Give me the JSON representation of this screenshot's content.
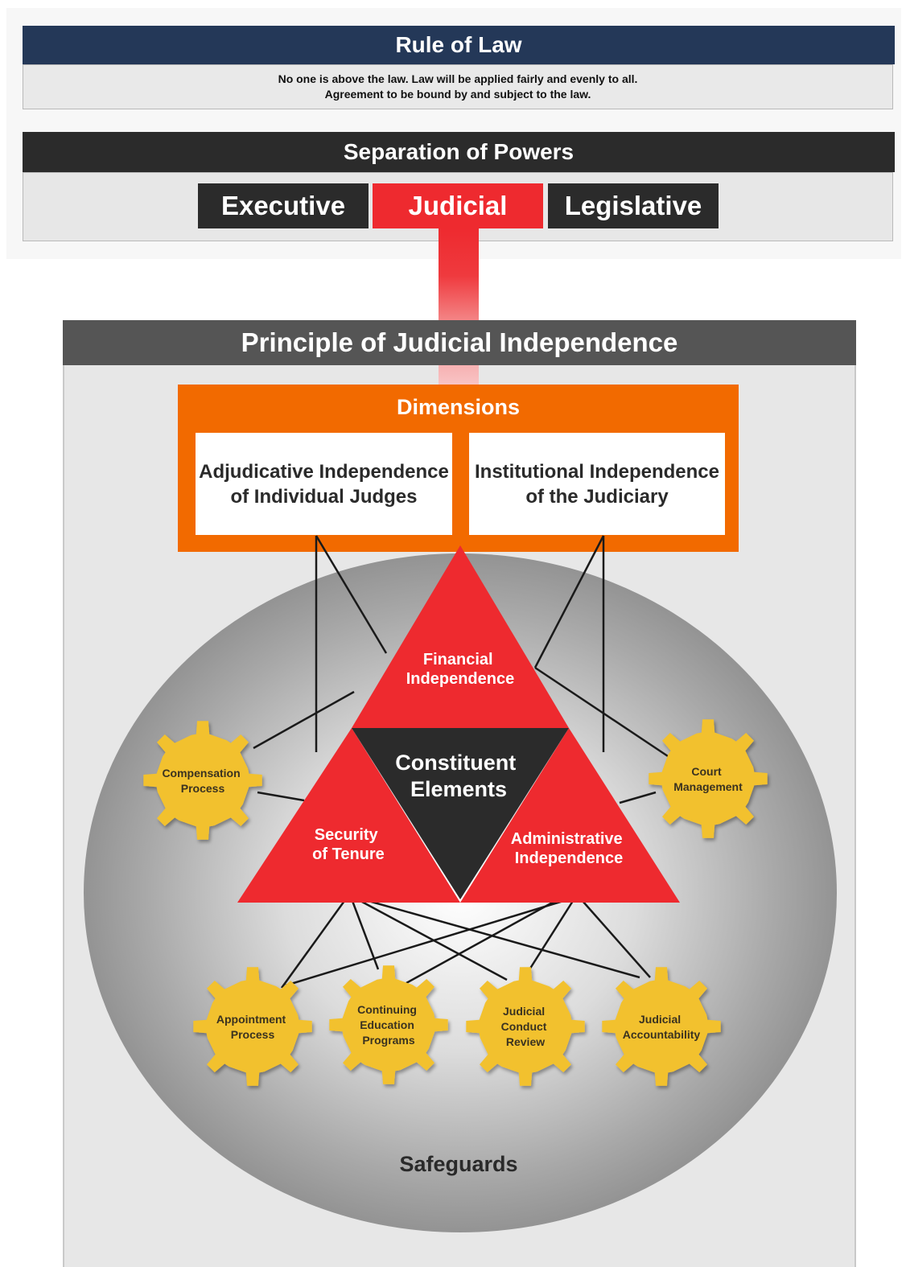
{
  "rule_of_law": {
    "title": "Rule of Law",
    "line1": "No one is above the law. Law will be applied fairly and evenly to all.",
    "line2": "Agreement to be bound by and subject  to the law."
  },
  "separation_of_powers": {
    "title": "Separation of Powers",
    "branches": [
      "Executive",
      "Judicial",
      "Legislative"
    ]
  },
  "principle": {
    "title": "Principle of Judicial Independence"
  },
  "dimensions": {
    "title": "Dimensions",
    "items": [
      {
        "line1": "Adjudicative Independence",
        "line2": "of Individual Judges"
      },
      {
        "line1": "Institutional Independence",
        "line2": "of the Judiciary"
      }
    ]
  },
  "constituent_elements": {
    "center": {
      "line1": "Constituent",
      "line2": "Elements"
    },
    "financial": {
      "line1": "Financial",
      "line2": "Independence"
    },
    "security": {
      "line1": "Security",
      "line2": "of Tenure"
    },
    "administrative": {
      "line1": "Administrative",
      "line2": "Independence"
    }
  },
  "safeguards": {
    "label": "Safeguards",
    "compensation": [
      "Compensation",
      "Process"
    ],
    "court_management": [
      "Court",
      "Management"
    ],
    "appointment": [
      "Appointment",
      "Process"
    ],
    "continuing_education": [
      "Continuing",
      "Education",
      "Programs"
    ],
    "conduct_review": [
      "Judicial",
      "Conduct",
      "Review"
    ],
    "accountability": [
      "Judicial",
      "Accountability"
    ]
  },
  "colors": {
    "navy": "#243858",
    "dark": "#2b2b2b",
    "red": "#ee2a2f",
    "orange": "#f26a00",
    "gear": "#f2c12e"
  }
}
